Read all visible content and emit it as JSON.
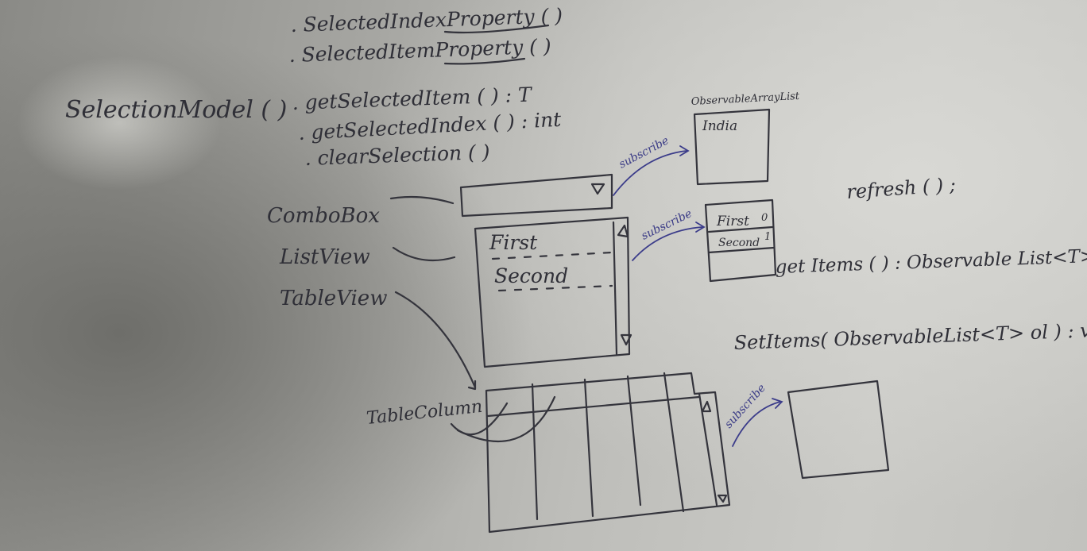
{
  "board": {
    "method_selection_model": "SelectionModel ( )",
    "method_selected_index_property": ". SelectedIndexProperty ( )",
    "method_selected_item_property": ". SelectedItemProperty ( )",
    "method_get_selected_item": ". getSelectedItem ( ) : T",
    "method_get_selected_index": ". getSelectedIndex ( ) : int",
    "method_clear_selection": ". clearSelection ( )",
    "label_combobox": "ComboBox",
    "label_listview": "ListView",
    "label_tableview": "TableView",
    "label_tablecolumn": "TableColumn",
    "list_item_first": "First",
    "list_item_second": "Second",
    "observable_array_list_label": "ObservableArrayList",
    "observable_item_india": "India",
    "items_list_first": "First",
    "items_list_first_index": "0",
    "items_list_second": "Second",
    "items_list_second_index": "1",
    "subscribe_label_1": "subscribe",
    "subscribe_label_2": "subscribe",
    "subscribe_label_3": "subscribe",
    "method_refresh": "refresh ( ) ;",
    "method_get_items": "get Items ( ) : Observable List<T>",
    "method_set_items": "SetItems( ObservableList<T> ol ) : void"
  },
  "icons": {
    "combo_dropdown": "triangle-down-icon",
    "scroll_up": "triangle-up-icon",
    "scroll_down": "triangle-down-icon"
  },
  "colors": {
    "chalk_ink": "#2f2f37",
    "blue_ink": "#3a3b86",
    "board_gray": "#b4b4b0"
  }
}
